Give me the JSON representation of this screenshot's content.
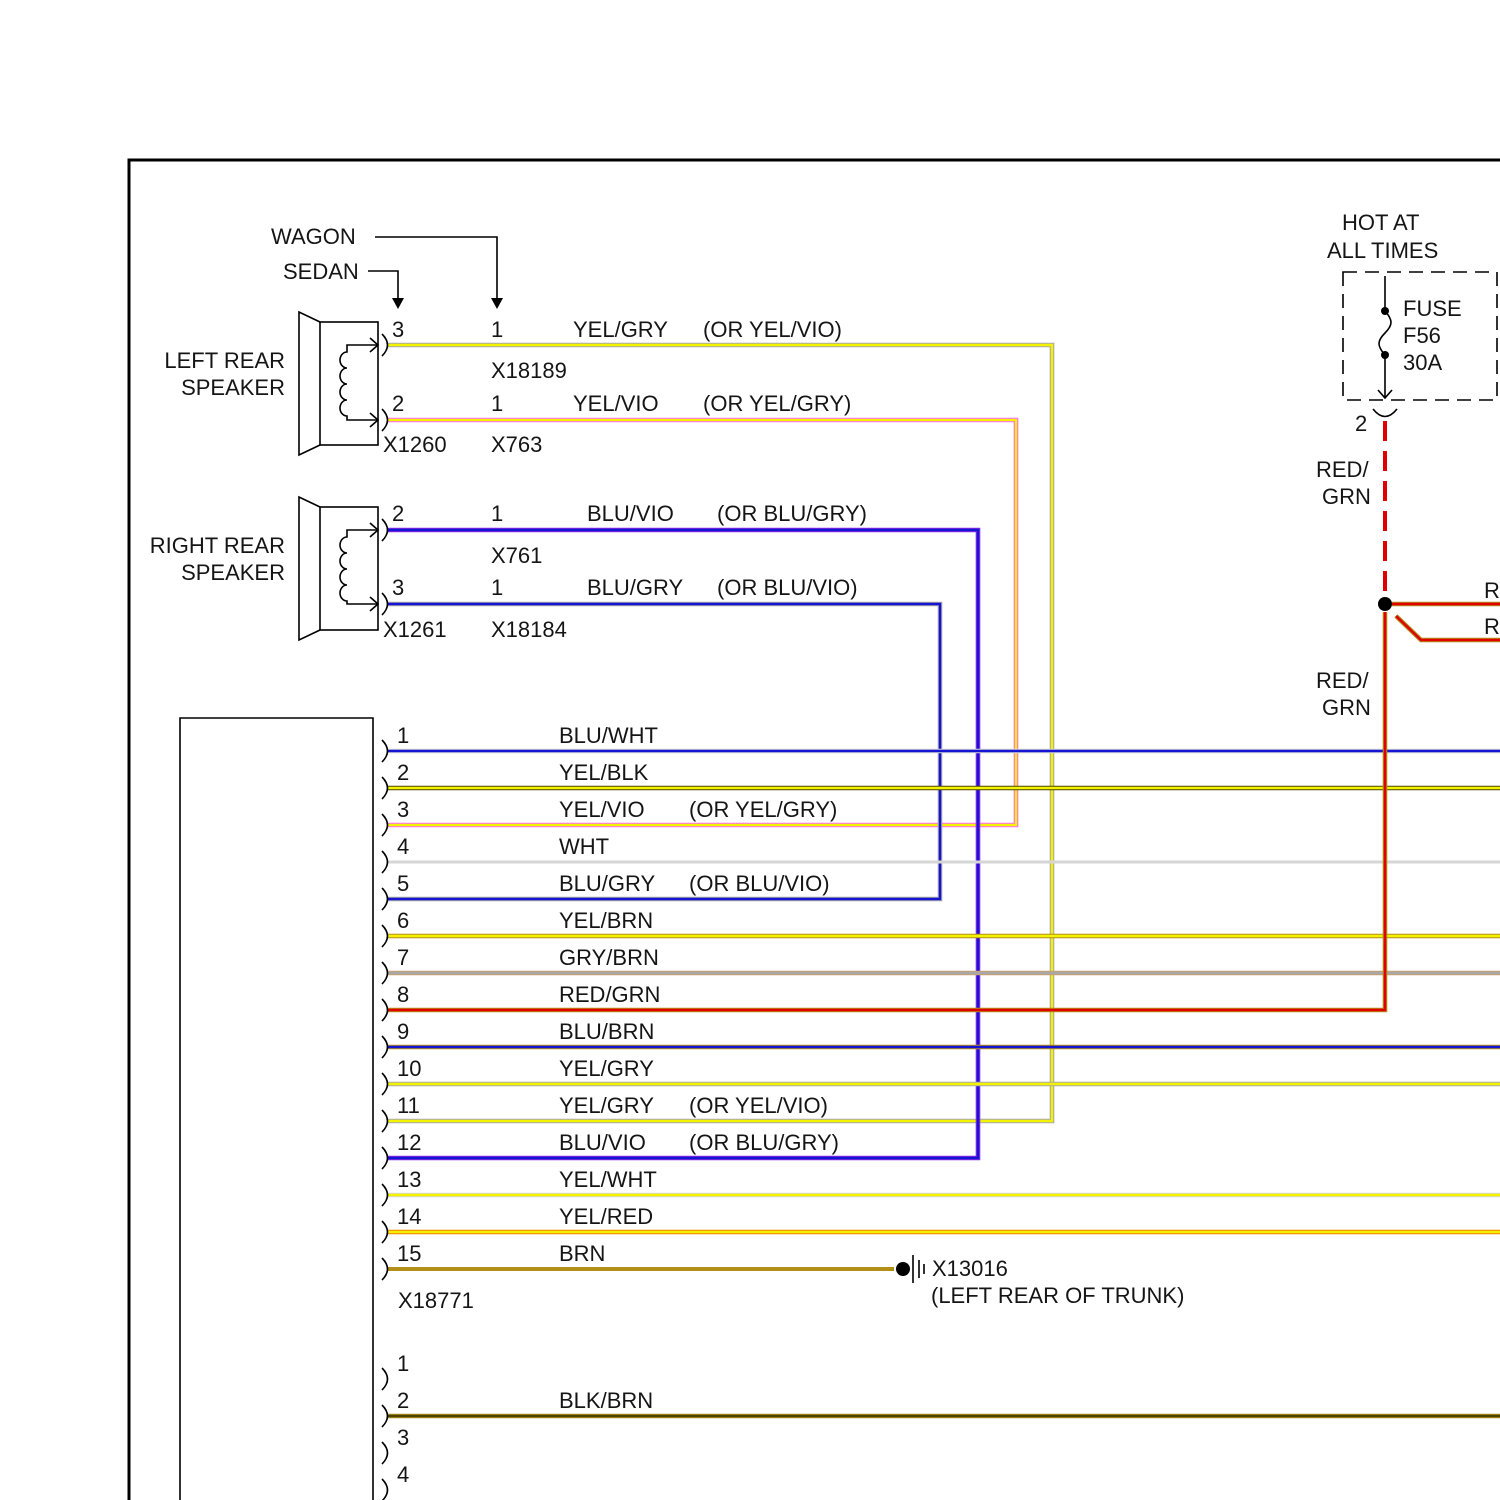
{
  "selector_labels": {
    "wagon": "WAGON",
    "sedan": "SEDAN"
  },
  "left_rear_speaker": {
    "label": [
      "LEFT REAR",
      "SPEAKER"
    ],
    "connector": "X1260",
    "terminal_upper": "3",
    "terminal_lower": "2",
    "circuit_upper": {
      "pin": "1",
      "connector": "X18189",
      "wire": "YEL/GRY",
      "alt": "(OR YEL/VIO)"
    },
    "circuit_lower": {
      "pin": "1",
      "connector": "X763",
      "wire": "YEL/VIO",
      "alt": "(OR YEL/GRY)"
    }
  },
  "right_rear_speaker": {
    "label": [
      "RIGHT REAR",
      "SPEAKER"
    ],
    "connector": "X1261",
    "terminal_upper": "2",
    "terminal_lower": "3",
    "circuit_upper": {
      "pin": "1",
      "connector": "X761",
      "wire": "BLU/VIO",
      "alt": "(OR BLU/GRY)"
    },
    "circuit_lower": {
      "pin": "1",
      "connector": "X18184",
      "wire": "BLU/GRY",
      "alt": "(OR BLU/VIO)"
    }
  },
  "power": {
    "hot_label": [
      "HOT AT",
      "ALL TIMES"
    ],
    "fuse": [
      "FUSE",
      "F56",
      "30A"
    ],
    "fuse_pin": "2",
    "wire_label_upper": [
      "RED/",
      "GRN"
    ],
    "wire_label_lower": [
      "RED/",
      "GRN"
    ],
    "branch_labels": [
      "R",
      "R"
    ]
  },
  "main_connector": {
    "id": "X18771",
    "pins": [
      {
        "number": "1",
        "wire": "BLU/WHT"
      },
      {
        "number": "2",
        "wire": "YEL/BLK"
      },
      {
        "number": "3",
        "wire": "YEL/VIO",
        "alt": "(OR YEL/GRY)"
      },
      {
        "number": "4",
        "wire": "WHT"
      },
      {
        "number": "5",
        "wire": "BLU/GRY",
        "alt": "(OR BLU/VIO)"
      },
      {
        "number": "6",
        "wire": "YEL/BRN"
      },
      {
        "number": "7",
        "wire": "GRY/BRN"
      },
      {
        "number": "8",
        "wire": "RED/GRN"
      },
      {
        "number": "9",
        "wire": "BLU/BRN"
      },
      {
        "number": "10",
        "wire": "YEL/GRY"
      },
      {
        "number": "11",
        "wire": "YEL/GRY",
        "alt": "(OR YEL/VIO)"
      },
      {
        "number": "12",
        "wire": "BLU/VIO",
        "alt": "(OR BLU/GRY)"
      },
      {
        "number": "13",
        "wire": "YEL/WHT"
      },
      {
        "number": "14",
        "wire": "YEL/RED"
      },
      {
        "number": "15",
        "wire": "BRN"
      }
    ]
  },
  "ground": {
    "id": "X13016",
    "location": "(LEFT REAR OF TRUNK)"
  },
  "lower_connector": {
    "pins": [
      {
        "number": "1"
      },
      {
        "number": "2",
        "wire": "BLK/BRN"
      },
      {
        "number": "3"
      },
      {
        "number": "4"
      }
    ]
  },
  "wire_palette": {
    "yellow": "#f3f300",
    "blue": "#1414d2",
    "violet": "#8a2be2",
    "pink": "#ff66ff",
    "gray": "#a8a8a8",
    "white": "#d6d6d6",
    "red": "#e00000",
    "brown": "#b38f1a",
    "tan": "#c8a070",
    "orange": "#f07800",
    "dark": "#4d4400"
  }
}
